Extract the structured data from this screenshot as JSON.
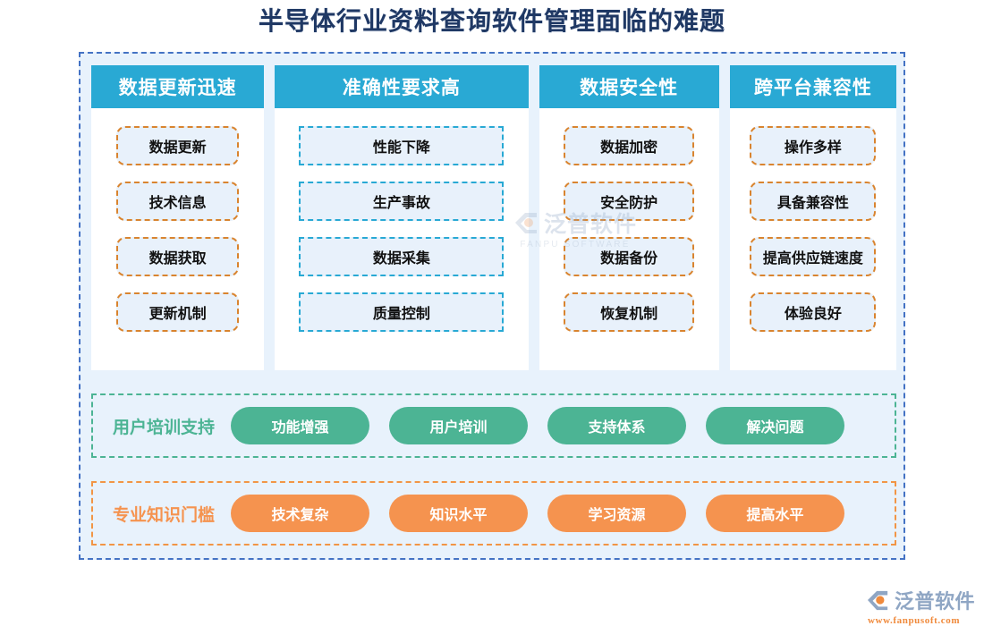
{
  "page": {
    "title": "半导体行业资料查询软件管理面临的难题",
    "title_color": "#1F3864",
    "background": "#FFFFFF",
    "panel_background": "#E8F2FC",
    "panel_border_color": "#4472C4"
  },
  "colors": {
    "header_teal": "#29A9D4",
    "chip_fill": "#E8F1FB",
    "chip_border_orange": "#D9842F",
    "chip_border_cyan": "#28A9D4",
    "green": "#4CB494",
    "orange": "#F5934F",
    "logo_gray": "#8FA6C4",
    "logo_orange": "#F08A3C"
  },
  "columns": [
    {
      "header": "数据更新迅速",
      "chip_style": "orange",
      "items": [
        "数据更新",
        "技术信息",
        "数据获取",
        "更新机制"
      ]
    },
    {
      "header": "准确性要求高",
      "chip_style": "cyan",
      "items": [
        "性能下降",
        "生产事故",
        "数据采集",
        "质量控制"
      ]
    },
    {
      "header": "数据安全性",
      "chip_style": "orange",
      "items": [
        "数据加密",
        "安全防护",
        "数据备份",
        "恢复机制"
      ]
    },
    {
      "header": "跨平台兼容性",
      "chip_style": "orange",
      "items": [
        "操作多样",
        "具备兼容性",
        "提高供应链速度",
        "体验良好"
      ]
    }
  ],
  "bands": [
    {
      "label": "用户培训支持",
      "style": "green",
      "pills": [
        "功能增强",
        "用户培训",
        "支持体系",
        "解决问题"
      ]
    },
    {
      "label": "专业知识门槛",
      "style": "orange",
      "pills": [
        "技术复杂",
        "知识水平",
        "学习资源",
        "提高水平"
      ]
    }
  ],
  "watermark": {
    "text": "泛普软件",
    "subtext": "FANPU SOFTWARE"
  },
  "logo": {
    "text": "泛普软件",
    "url": "www.fanpusoft.com"
  }
}
